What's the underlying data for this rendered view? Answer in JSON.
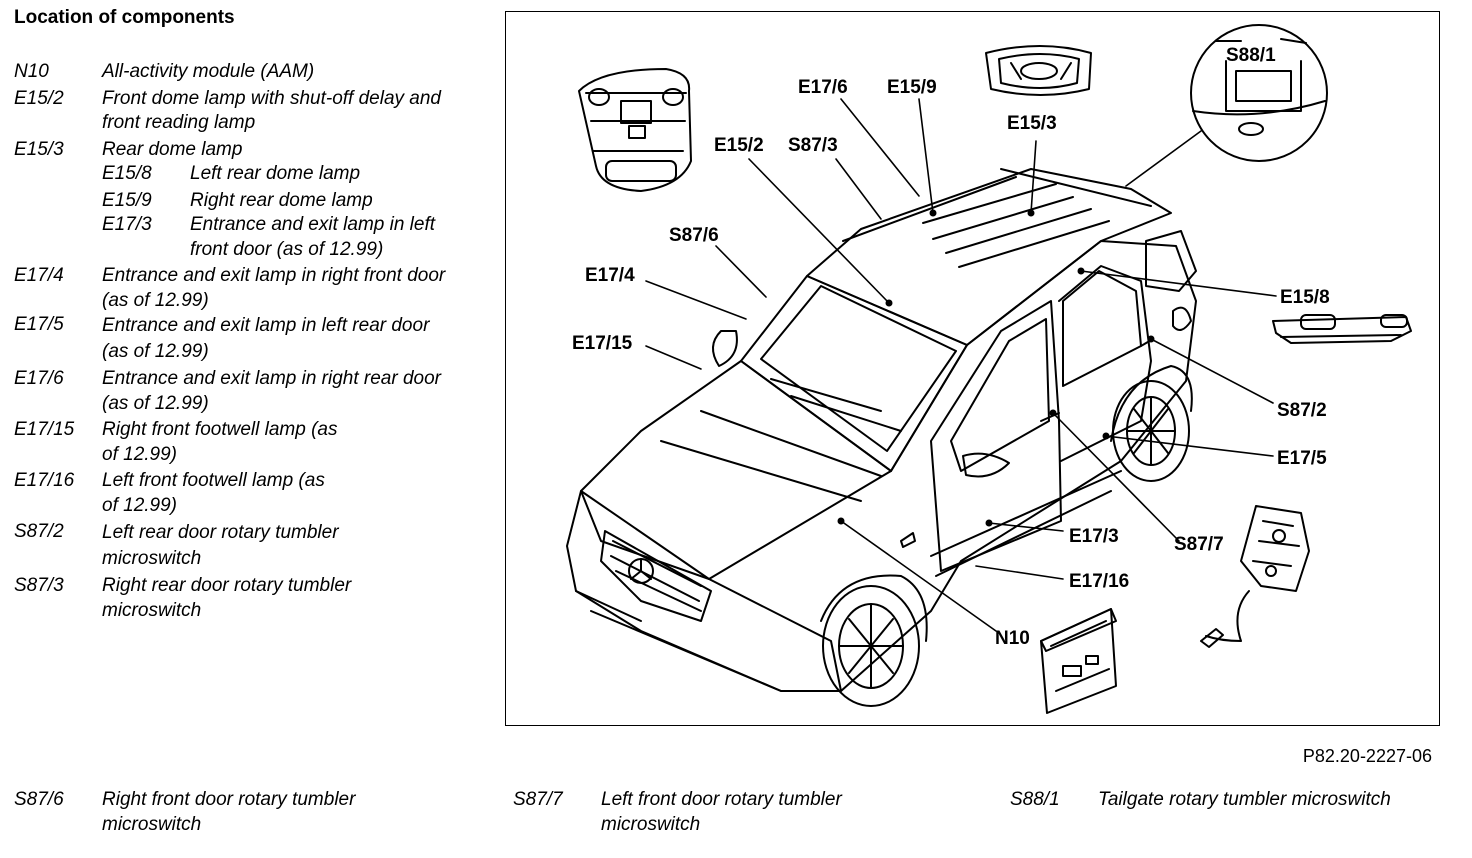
{
  "title": "Location of components",
  "legend": [
    {
      "code": "N10",
      "desc": "All-activity module (AAM)"
    },
    {
      "code": "E15/2",
      "desc": "Front dome lamp with shut-off delay and front reading lamp"
    },
    {
      "code": "E15/3",
      "desc": "Rear dome lamp"
    },
    {
      "code": "E15/8",
      "desc": "Left rear dome lamp",
      "sub": true
    },
    {
      "code": "E15/9",
      "desc": "Right rear dome lamp",
      "sub": true
    },
    {
      "code": "E17/3",
      "desc": "Entrance and exit lamp in left front door (as of 12.99)",
      "sub": true
    },
    {
      "code": "E17/4",
      "desc": "Entrance and exit lamp in right front door (as of 12.99)"
    },
    {
      "code": "E17/5",
      "desc": "Entrance and exit lamp in left rear door (as of 12.99)"
    },
    {
      "code": "E17/6",
      "desc": "Entrance and exit lamp in right rear door (as of 12.99)"
    },
    {
      "code": "E17/15",
      "desc": "Right front footwell lamp (as of 12.99)"
    },
    {
      "code": "E17/16",
      "desc": "Left front footwell lamp (as of 12.99)"
    },
    {
      "code": "S87/2",
      "desc": "Left rear door rotary tumbler microswitch"
    },
    {
      "code": "S87/3",
      "desc": "Right rear door rotary tumbler microswitch"
    }
  ],
  "bottom": [
    {
      "code": "S87/6",
      "desc": "Right front door rotary tumbler microswitch"
    },
    {
      "code": "S87/7",
      "desc": "Left front door rotary tumbler microswitch"
    },
    {
      "code": "S88/1",
      "desc": "Tailgate rotary tumbler microswitch"
    }
  ],
  "figure_ref": "P82.20-2227-06",
  "diagram_labels": {
    "e17_6": "E17/6",
    "e15_9": "E15/9",
    "e15_3": "E15/3",
    "s88_1": "S88/1",
    "e15_2": "E15/2",
    "s87_3": "S87/3",
    "s87_6": "S87/6",
    "e17_4": "E17/4",
    "e17_15": "E17/15",
    "e15_8": "E15/8",
    "s87_2": "S87/2",
    "e17_5": "E17/5",
    "e17_3": "E17/3",
    "s87_7": "S87/7",
    "e17_16": "E17/16",
    "n10": "N10"
  }
}
